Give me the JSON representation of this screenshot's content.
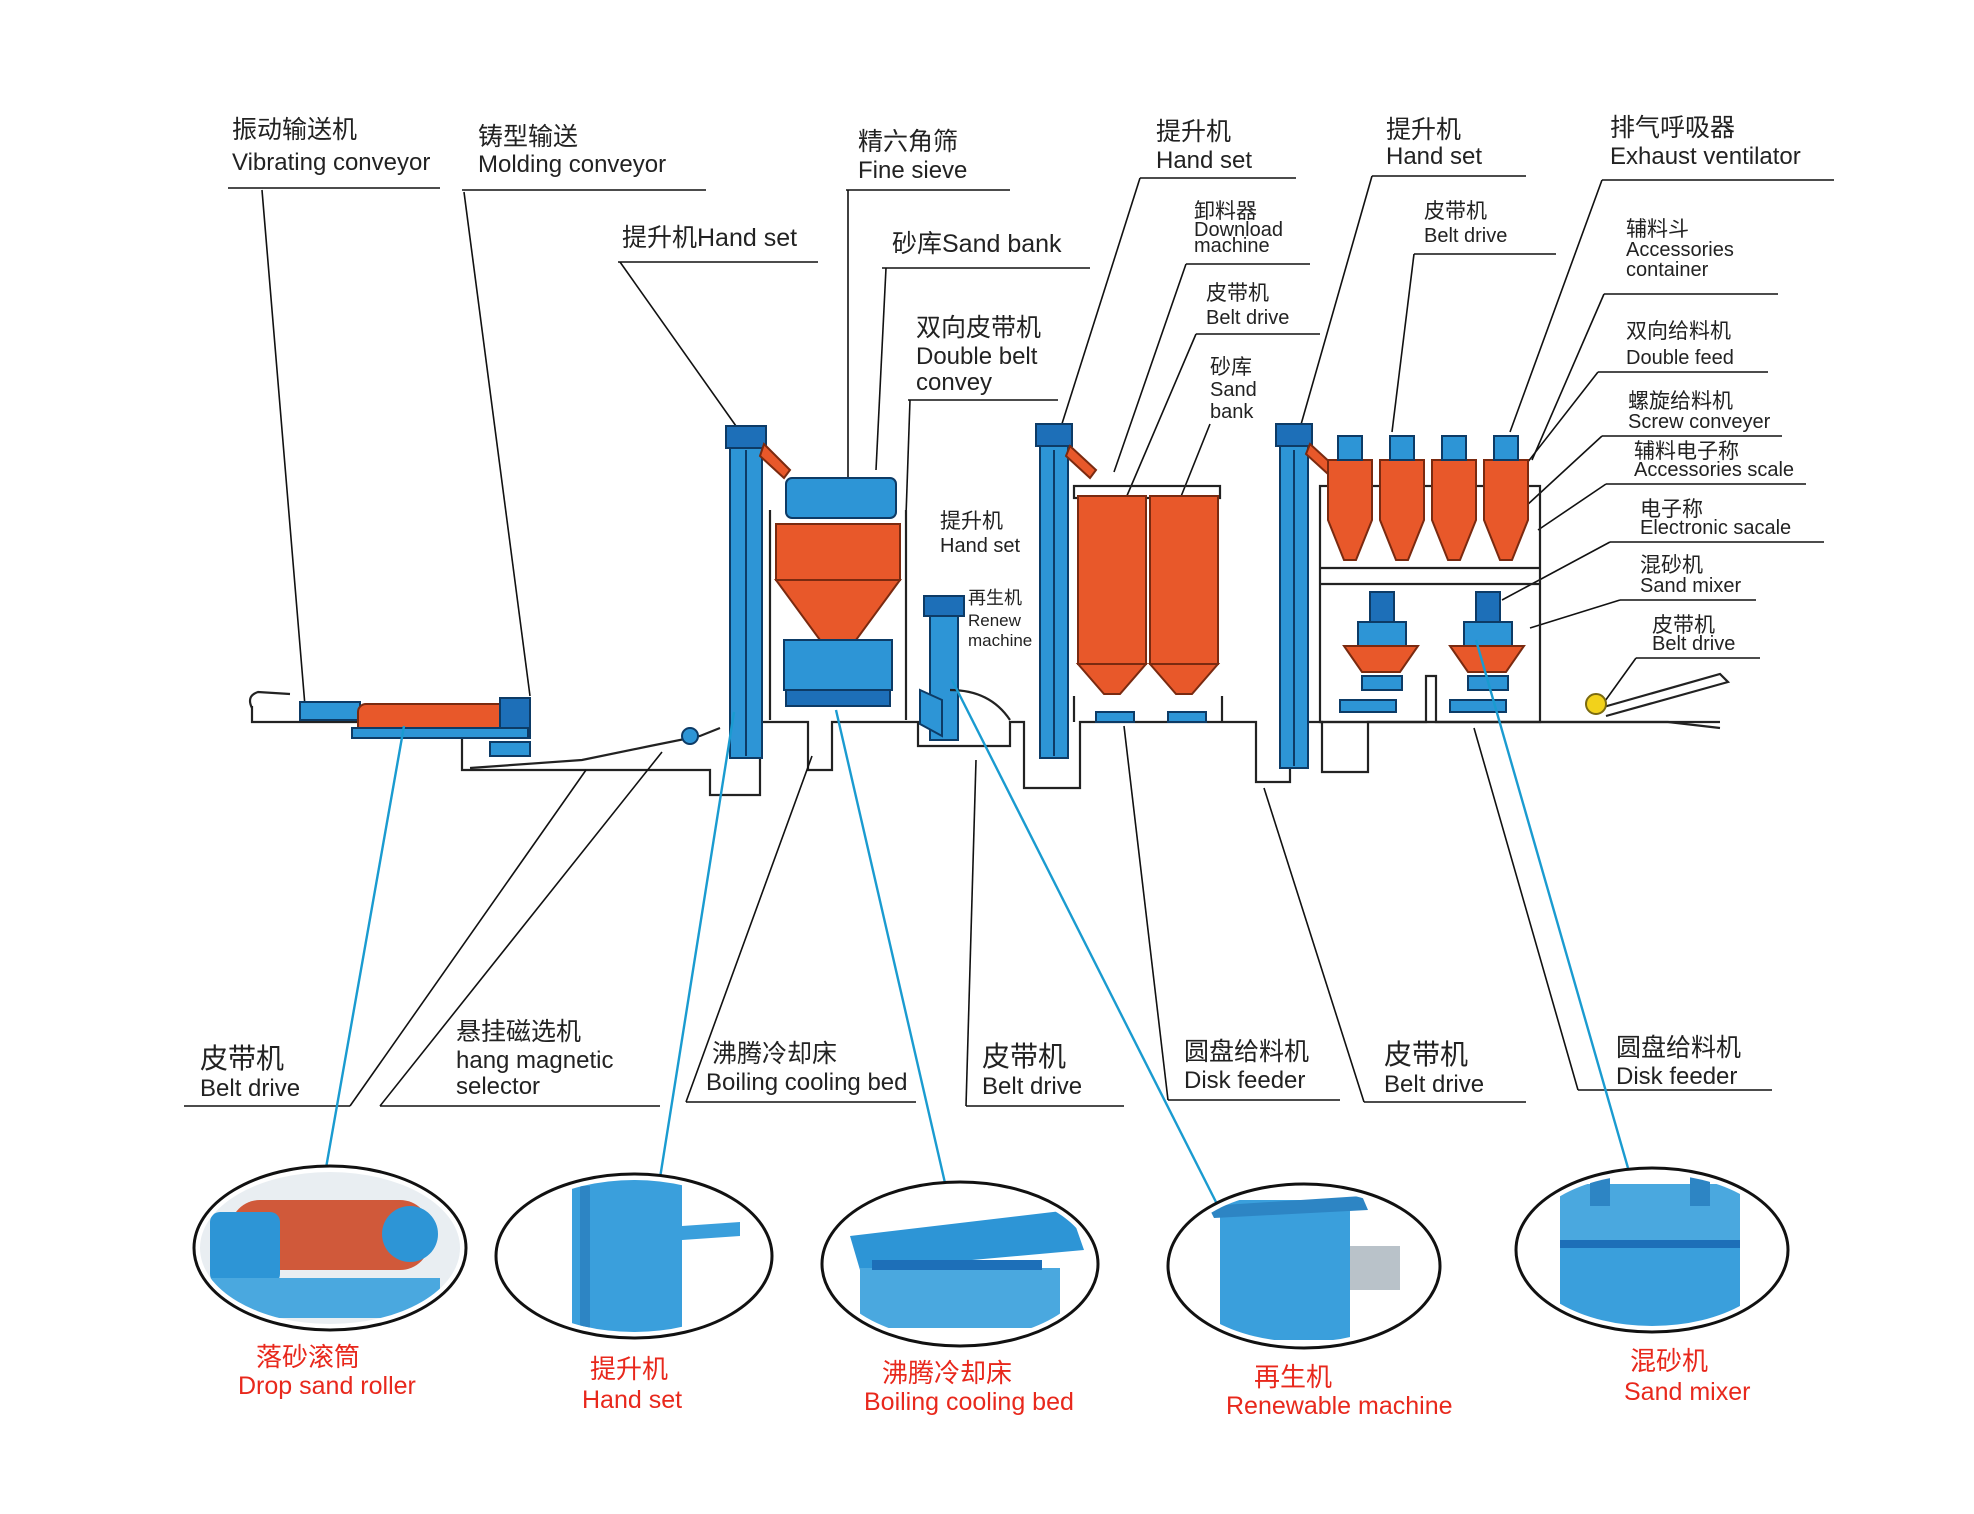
{
  "labels_top": {
    "vibrating_conveyor": {
      "cn": "振动输送机",
      "en": "Vibrating conveyor"
    },
    "molding_conveyor": {
      "cn": "铸型输送",
      "en": "Molding conveyor"
    },
    "fine_sieve": {
      "cn": "精六角筛",
      "en": "Fine sieve"
    },
    "hand_set_1": {
      "text": "提升机Hand set"
    },
    "sand_bank_1": {
      "text": "砂库Sand bank"
    },
    "double_belt": {
      "cn": "双向皮带机",
      "en1": "Double belt",
      "en2": "convey"
    },
    "hand_set_2": {
      "cn": "提升机",
      "en": "Hand set"
    },
    "renew_machine": {
      "cn": "再生机",
      "en1": "Renew",
      "en2": "machine"
    },
    "hand_set_3": {
      "cn": "提升机",
      "en": "Hand set"
    },
    "download_machine": {
      "cn": "卸料器",
      "en1": "Download",
      "en2": "machine"
    },
    "belt_drive_a": {
      "cn": "皮带机",
      "en": "Belt drive"
    },
    "sand_bank_2": {
      "cn": "砂库",
      "en1": "Sand",
      "en2": "bank"
    },
    "hand_set_4": {
      "cn": "提升机",
      "en": "Hand set"
    },
    "belt_drive_b": {
      "cn": "皮带机",
      "en": "Belt drive"
    },
    "exhaust_ventilator": {
      "cn": "排气呼吸器",
      "en": "Exhaust ventilator"
    },
    "accessories_container": {
      "cn": "辅料斗",
      "en1": "Accessories",
      "en2": "container"
    },
    "double_feed": {
      "cn": "双向给料机",
      "en": "Double feed"
    },
    "screw_conveyer": {
      "cn": "螺旋给料机",
      "en": "Screw conveyer"
    },
    "accessories_scale": {
      "cn": "辅料电子称",
      "en": "Accessories scale"
    },
    "electronic_scale": {
      "cn": "电子称",
      "en": "Electronic sacale"
    },
    "sand_mixer_top": {
      "cn": "混砂机",
      "en": "Sand mixer"
    },
    "belt_drive_c": {
      "cn": "皮带机",
      "en": "Belt drive"
    }
  },
  "labels_bottom": {
    "belt_drive_1": {
      "cn": "皮带机",
      "en": "Belt drive"
    },
    "magnetic_selector": {
      "cn": "悬挂磁选机",
      "en1": "hang magnetic",
      "en2": "selector"
    },
    "boiling_bed": {
      "cn": "沸腾冷却床",
      "en": "Boiling cooling bed"
    },
    "belt_drive_2": {
      "cn": "皮带机",
      "en": "Belt drive"
    },
    "disk_feeder_1": {
      "cn": "圆盘给料机",
      "en": "Disk feeder"
    },
    "belt_drive_3": {
      "cn": "皮带机",
      "en": "Belt drive"
    },
    "disk_feeder_2": {
      "cn": "圆盘给料机",
      "en": "Disk feeder"
    }
  },
  "photos": [
    {
      "cn": "落砂滚筒",
      "en": "Drop sand roller"
    },
    {
      "cn": "提升机",
      "en": "Hand set"
    },
    {
      "cn": "沸腾冷却床",
      "en": "Boiling cooling bed"
    },
    {
      "cn": "再生机",
      "en": "Renewable machine"
    },
    {
      "cn": "混砂机",
      "en": "Sand mixer"
    }
  ],
  "colors": {
    "equipment_blue": "#2d95d6",
    "hopper_red": "#e8582a",
    "callout_line_blue": "#1a9bd0",
    "photo_caption_red": "#e8281c"
  }
}
